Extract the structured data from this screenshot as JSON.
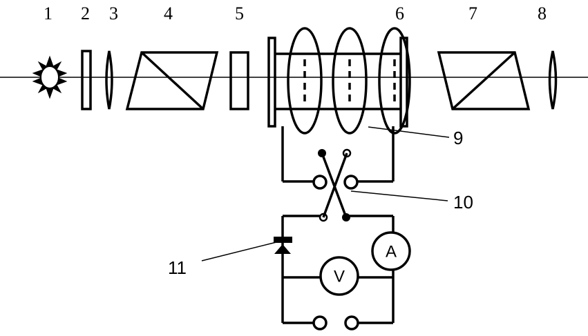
{
  "component_labels": [
    "1",
    "2",
    "3",
    "4",
    "5",
    "6",
    "7",
    "8"
  ],
  "callouts": {
    "coil": "9",
    "reversing_switch": "10",
    "diode": "11"
  },
  "meters": {
    "ammeter": "A",
    "voltmeter": "V"
  },
  "colors": {
    "line": "#000000",
    "background": "#ffffff"
  }
}
